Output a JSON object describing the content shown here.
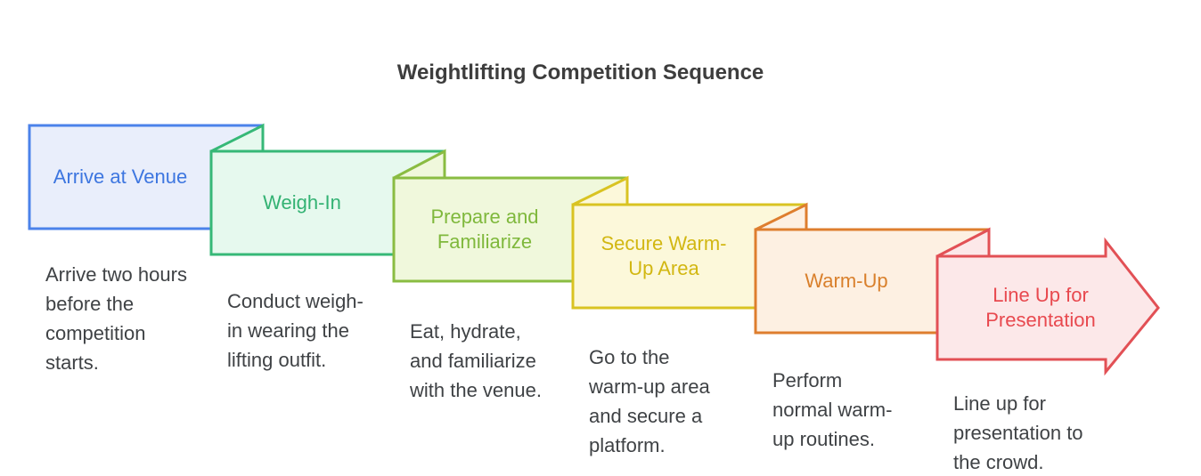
{
  "diagram": {
    "title": "Weightlifting Competition Sequence",
    "title_color": "#3d3d3d",
    "description_text_color": "#3f4245",
    "background_color": "#ffffff",
    "steps": [
      {
        "title": "Arrive at Venue",
        "description": "Arrive two hours\nbefore the\ncompetition\nstarts.",
        "shape": "card",
        "fill": "#e9eefb",
        "stroke": "#4b82ea",
        "text_color": "#3d76e0"
      },
      {
        "title": "Weigh-In",
        "description": "Conduct weigh-\nin wearing the\nlifting outfit.",
        "shape": "card",
        "fill": "#e6f9ee",
        "stroke": "#36b877",
        "text_color": "#33b273"
      },
      {
        "title": "Prepare and\nFamiliarize",
        "description": "Eat, hydrate,\nand familiarize\nwith the venue.",
        "shape": "card",
        "fill": "#f0f8dc",
        "stroke": "#8abc42",
        "text_color": "#7fb83c"
      },
      {
        "title": "Secure Warm-\nUp Area",
        "description": "Go to the\nwarm-up area\nand secure a\nplatform.",
        "shape": "card",
        "fill": "#fcf8da",
        "stroke": "#d9c322",
        "text_color": "#d2b712"
      },
      {
        "title": "Warm-Up",
        "description": "Perform\nnormal warm-\nup routines.",
        "shape": "card",
        "fill": "#fdf0e2",
        "stroke": "#de7e2e",
        "text_color": "#d9802c"
      },
      {
        "title": "Line Up for\nPresentation",
        "description": "Line up for\npresentation to\nthe crowd.",
        "shape": "arrow",
        "fill": "#fce8e9",
        "stroke": "#e25055",
        "text_color": "#e8494f"
      }
    ]
  }
}
